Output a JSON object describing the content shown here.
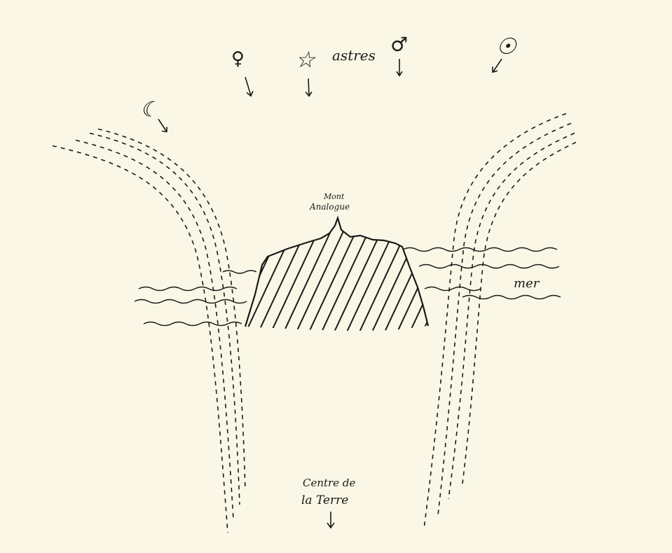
{
  "labels": {
    "stars": "astres",
    "mountain_line1": "Mont",
    "mountain_line2": "Analogue",
    "sea": "mer",
    "earth_center_line1": "Centre de",
    "earth_center_line2": "la Terre"
  },
  "symbols": {
    "moon": "☾",
    "venus": "♀",
    "star": "☆",
    "mars": "♂",
    "sun": "☉"
  },
  "colors": {
    "ink": "#1a1a1a",
    "paper": "#fbf7e6"
  }
}
